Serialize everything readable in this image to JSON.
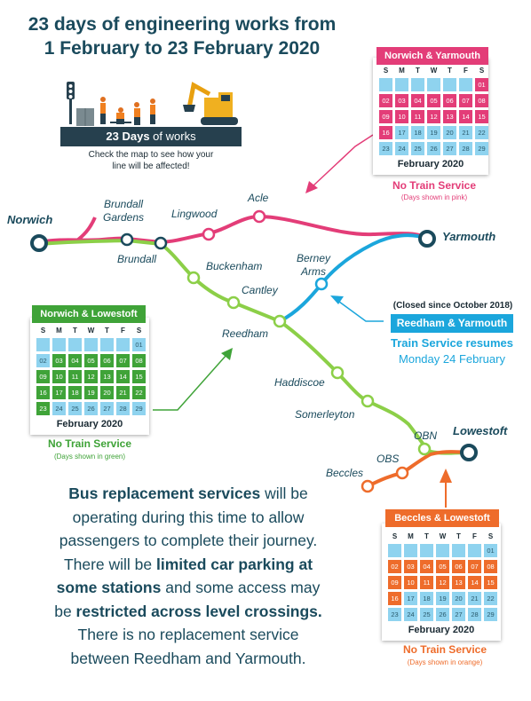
{
  "title": {
    "line1": "23 days of engineering works from",
    "line2": "1 February to 23 February 2020"
  },
  "works": {
    "band_bold": "23 Days",
    "band_rest": " of works",
    "note_line1": "Check the map to see how your",
    "note_line2": "line will be affected!"
  },
  "weekdays": [
    "S",
    "M",
    "T",
    "W",
    "T",
    "F",
    "S"
  ],
  "month_label": "February 2020",
  "colors": {
    "pink": "#e33d78",
    "green": "#3fa338",
    "blue": "#1ba6dc",
    "orange": "#ee6c2b",
    "light_blue": "#8fd3ef",
    "navy": "#1a4a5c"
  },
  "calendars": {
    "norwich_yarmouth": {
      "title": "Norwich & Yarmouth",
      "highlight_days": [
        1,
        2,
        3,
        4,
        5,
        6,
        7,
        8,
        9,
        10,
        11,
        12,
        13,
        14,
        15,
        16
      ],
      "no_service": "No Train Service",
      "days_note": "(Days shown in pink)"
    },
    "norwich_lowestoft": {
      "title": "Norwich & Lowestoft",
      "highlight_days": [
        3,
        4,
        5,
        6,
        7,
        8,
        9,
        10,
        11,
        12,
        13,
        14,
        15,
        16,
        17,
        18,
        19,
        20,
        21,
        22,
        23
      ],
      "no_service": "No Train Service",
      "days_note": "(Days shown in green)"
    },
    "beccles_lowestoft": {
      "title": "Beccles & Lowestoft",
      "highlight_days": [
        2,
        3,
        4,
        5,
        6,
        7,
        8,
        9,
        10,
        11,
        12,
        13,
        14,
        15,
        16
      ],
      "no_service": "No Train Service",
      "days_note": "(Days shown in orange)"
    }
  },
  "reedham_yarmouth": {
    "closed_note": "(Closed since October 2018)",
    "title": "Reedham & Yarmouth",
    "resumes": "Train Service resumes",
    "date": "Monday 24 February"
  },
  "stations": {
    "norwich": "Norwich",
    "brundall_gardens_1": "Brundall",
    "brundall_gardens_2": "Gardens",
    "brundall": "Brundall",
    "lingwood": "Lingwood",
    "acle": "Acle",
    "yarmouth": "Yarmouth",
    "berney_arms_1": "Berney",
    "berney_arms_2": "Arms",
    "buckenham": "Buckenham",
    "cantley": "Cantley",
    "reedham": "Reedham",
    "haddiscoe": "Haddiscoe",
    "somerleyton": "Somerleyton",
    "obn": "OBN",
    "lowestoft": "Lowestoft",
    "obs": "OBS",
    "beccles": "Beccles"
  },
  "bus": {
    "l1_bold": "Bus replacement services",
    "l1_rest": " will be",
    "l2": "operating during this time to allow",
    "l3": "passengers to complete their journey.",
    "l4_pre": "There will be ",
    "l4_bold": "limited car parking at",
    "l5_bold": "some stations",
    "l5_rest": " and some access may",
    "l6_pre": "be ",
    "l6_bold": "restricted across level crossings.",
    "l7": "There is no replacement service",
    "l8": "between Reedham and Yarmouth."
  }
}
